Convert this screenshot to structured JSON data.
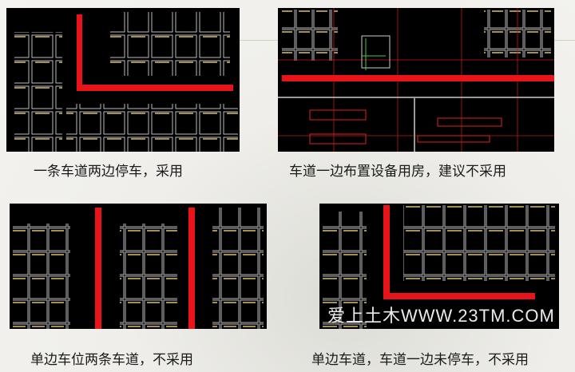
{
  "captions": {
    "top_left": "一条车道两边停车，采用",
    "top_right": "车道一边布置设备用房，建议不采用",
    "bottom_left": "单边车位两条车道，不采用",
    "bottom_right": "单边车道，车道一边未停车，不采用"
  },
  "watermark": "爱上土木WWW.23TM.COM",
  "colors": {
    "lane": "#e8141a",
    "background": "#000000"
  }
}
